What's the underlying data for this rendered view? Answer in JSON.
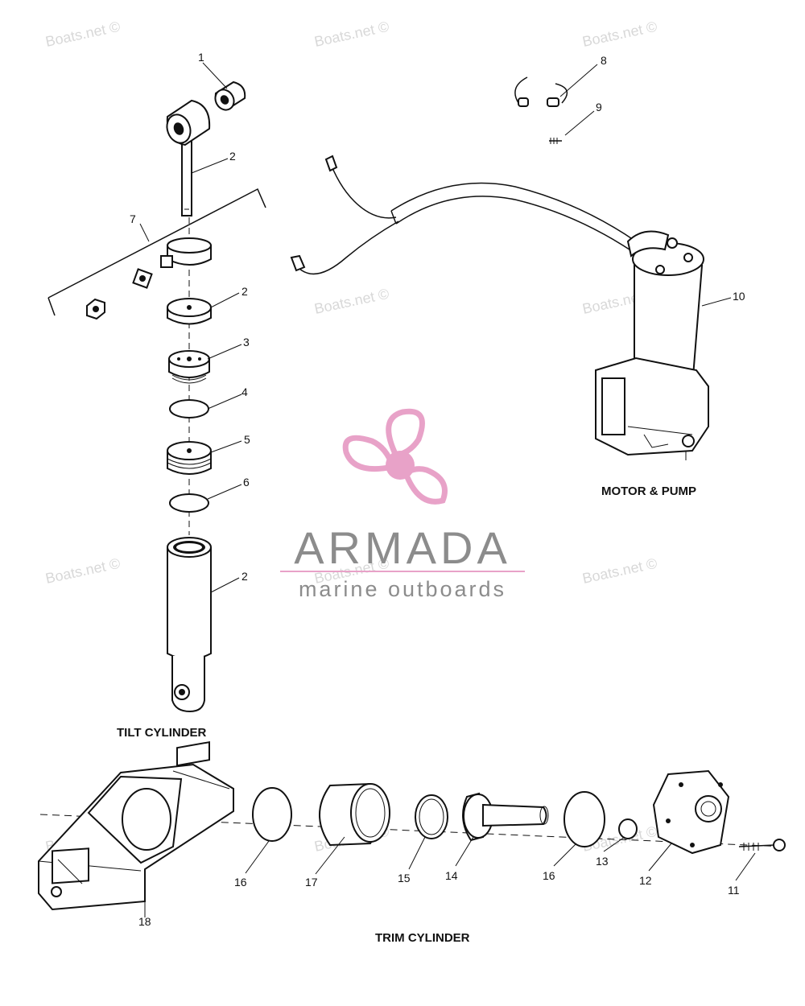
{
  "watermark_text": "Boats.net ©",
  "logo": {
    "brand": "ARMADA",
    "tagline": "marine outboards",
    "accent_color": "#e8a2c8",
    "text_color": "#8c8c8c"
  },
  "sections": {
    "tilt_cylinder": "TILT CYLINDER",
    "motor_pump": "MOTOR & PUMP",
    "trim_cylinder": "TRIM CYLINDER"
  },
  "callouts": [
    {
      "id": "c1",
      "number": "1"
    },
    {
      "id": "c2a",
      "number": "2"
    },
    {
      "id": "c7",
      "number": "7"
    },
    {
      "id": "c2b",
      "number": "2"
    },
    {
      "id": "c3",
      "number": "3"
    },
    {
      "id": "c4",
      "number": "4"
    },
    {
      "id": "c5",
      "number": "5"
    },
    {
      "id": "c6",
      "number": "6"
    },
    {
      "id": "c2c",
      "number": "2"
    },
    {
      "id": "c8",
      "number": "8"
    },
    {
      "id": "c9",
      "number": "9"
    },
    {
      "id": "c10",
      "number": "10"
    },
    {
      "id": "c16a",
      "number": "16"
    },
    {
      "id": "c17",
      "number": "17"
    },
    {
      "id": "c15",
      "number": "15"
    },
    {
      "id": "c14",
      "number": "14"
    },
    {
      "id": "c16b",
      "number": "16"
    },
    {
      "id": "c13",
      "number": "13"
    },
    {
      "id": "c12",
      "number": "12"
    },
    {
      "id": "c11",
      "number": "11"
    },
    {
      "id": "c18",
      "number": "18"
    }
  ]
}
